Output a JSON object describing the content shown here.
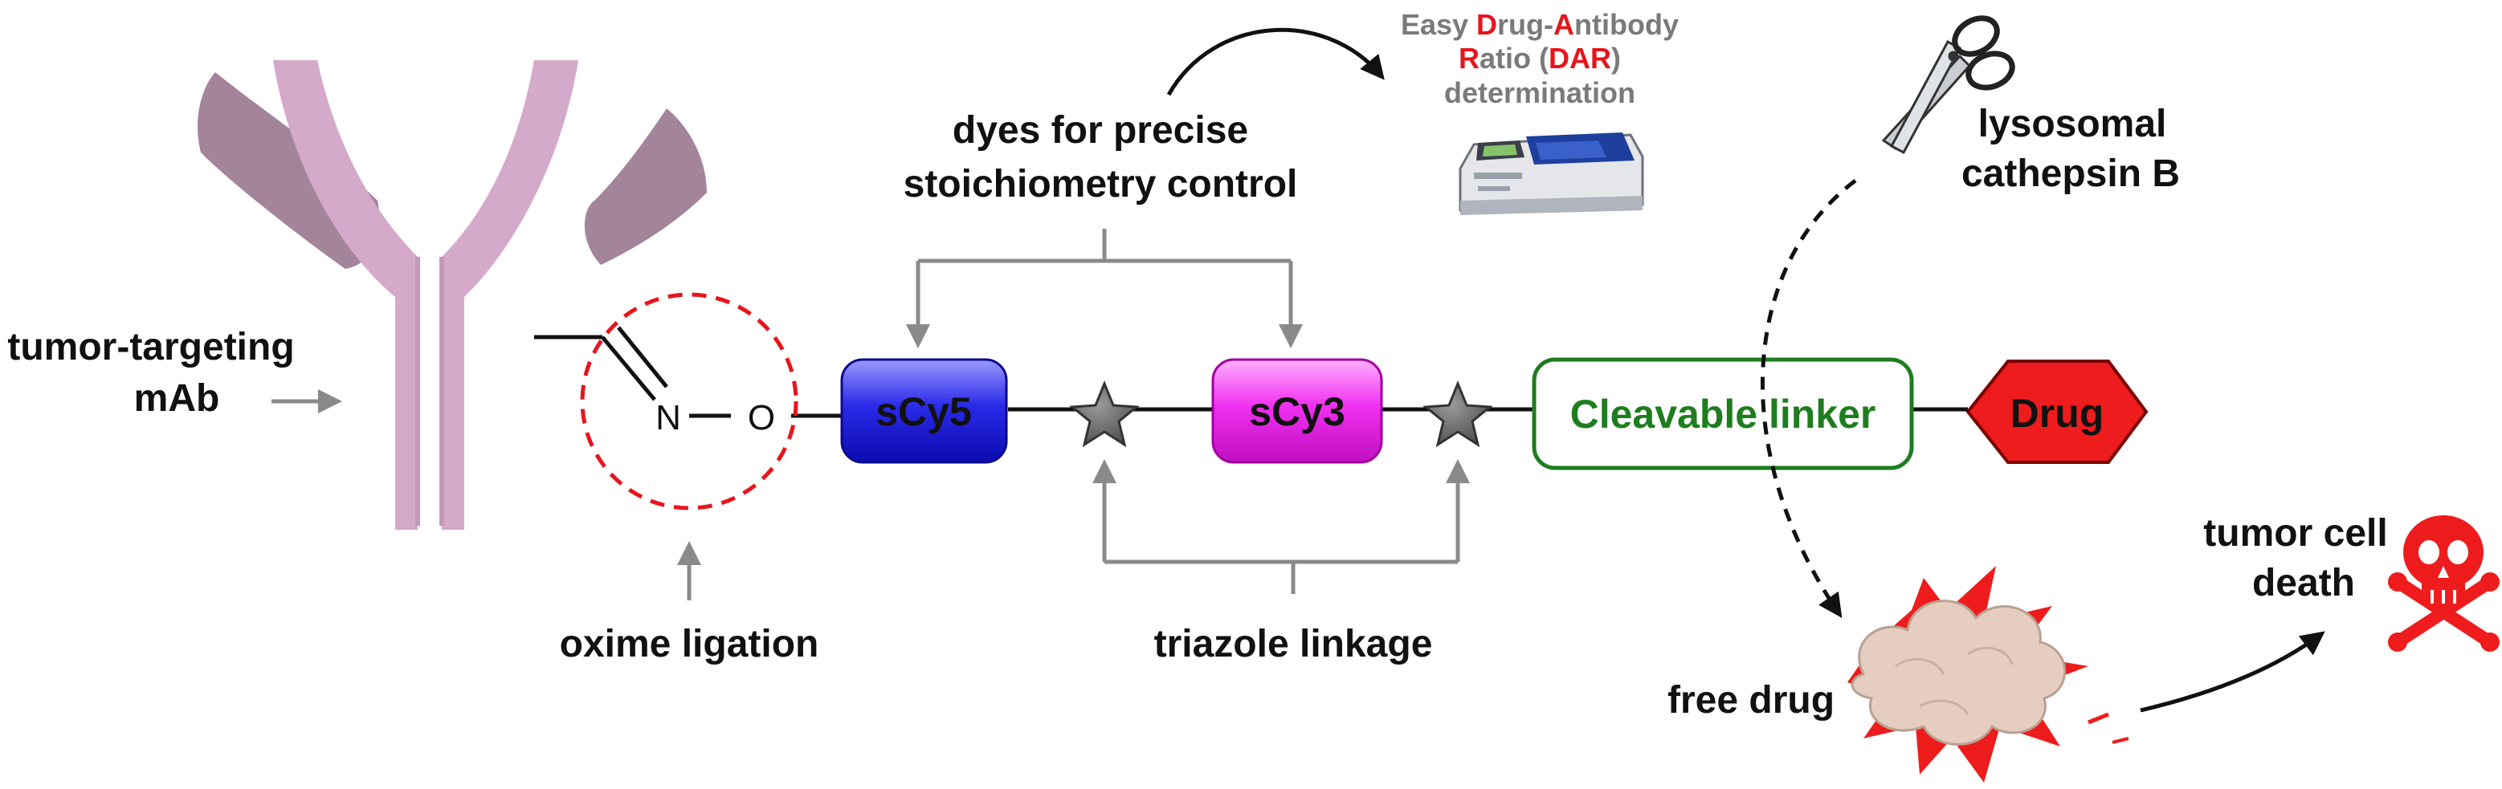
{
  "labels": {
    "antibody_line1": "tumor-targeting",
    "antibody_line2": "mAb",
    "oxime": "oxime ligation",
    "dyes_line1": "dyes for precise",
    "dyes_line2": "stoichiometry control",
    "triazole": "triazole linkage",
    "cathepsin_line1": "lysosomal",
    "cathepsin_line2": "cathepsin B",
    "free_drug": "free drug",
    "death_line1": "tumor cell",
    "death_line2": "death"
  },
  "dar": {
    "p1": "Easy ",
    "p2": "D",
    "p3": "rug-",
    "p4": "A",
    "p5": "ntibody",
    "p6": "R",
    "p7": "atio (",
    "p8": "DAR",
    "p9": ")",
    "p10": "determination"
  },
  "chem": {
    "n": "N",
    "o": "O"
  },
  "boxes": {
    "scy5": "sCy5",
    "scy3": "sCy3",
    "linker": "Cleavable linker",
    "drug": "Drug"
  },
  "colors": {
    "antibody": "#d4a9c9",
    "antibody_dark": "#a3849b",
    "scy5": "#1616d8",
    "scy3": "#ee20ee",
    "linker": "#1e7d1e",
    "drug": "#ee1c1c",
    "oxime_circle": "#e8141c",
    "star": "#6b6b6b",
    "arrow_grey": "#8a8a8a"
  },
  "icons": [
    "y-antibody",
    "dashed-circle",
    "star-icon",
    "spectrophotometer-icon",
    "scissors-icon",
    "explosion-cloud-icon",
    "skull-crossbones-icon"
  ]
}
